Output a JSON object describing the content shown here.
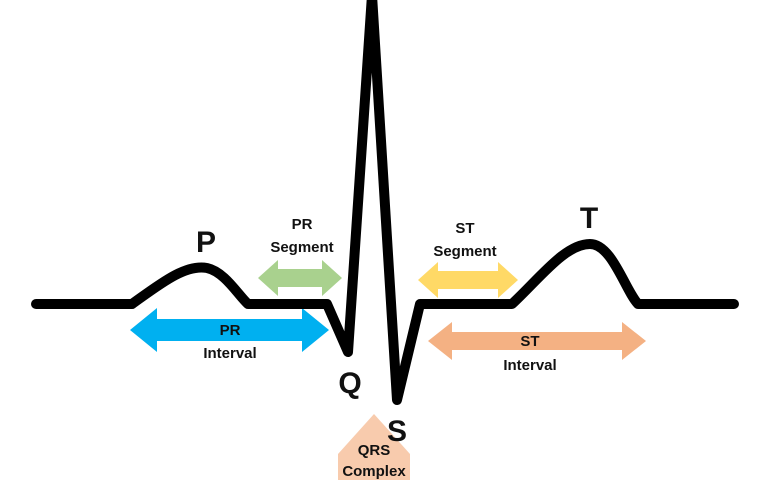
{
  "waves": {
    "p": "P",
    "q": "Q",
    "s": "S",
    "t": "T"
  },
  "annotations": {
    "pr_segment": {
      "line1": "PR",
      "line2": "Segment",
      "color": "#a9d18e"
    },
    "pr_interval": {
      "line1": "PR",
      "line2": "Interval",
      "color": "#00b0f0"
    },
    "st_segment": {
      "line1": "ST",
      "line2": "Segment",
      "color": "#ffd966"
    },
    "st_interval": {
      "line1": "ST",
      "line2": "Interval",
      "color": "#f4b183"
    },
    "qrs_complex": {
      "line1": "QRS",
      "line2": "Complex",
      "color": "#f8cbad"
    }
  },
  "trace_color": "#000000"
}
